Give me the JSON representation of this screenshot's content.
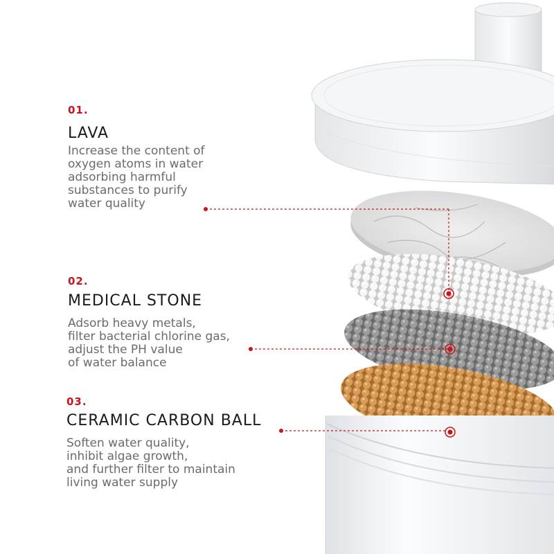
{
  "items": [
    {
      "number": "01.",
      "title": "LAVA",
      "desc": [
        "Increase the content of",
        "oxygen atoms in water",
        "adsorbing harmful",
        "substances to purify",
        "water quality"
      ]
    },
    {
      "number": "02.",
      "title": "MEDICAL STONE",
      "desc": [
        "Adsorb heavy metals,",
        "filter bacterial chlorine gas,",
        "adjust the PH value",
        "of water balance"
      ]
    },
    {
      "number": "03.",
      "title": "CERAMIC CARBON BALL",
      "desc": [
        "Soften water quality,",
        "inhibit algae growth,",
        "and further filter to maintain",
        "living water supply"
      ]
    }
  ],
  "colors": {
    "accent": "#c8151b",
    "text": "#1a1a1a",
    "desc": "#6b6b6b",
    "lava": "#e6e6e6",
    "medical": "#f4f4f4",
    "carbon": "#9a9a9a",
    "ceramic": "#d39a55"
  }
}
